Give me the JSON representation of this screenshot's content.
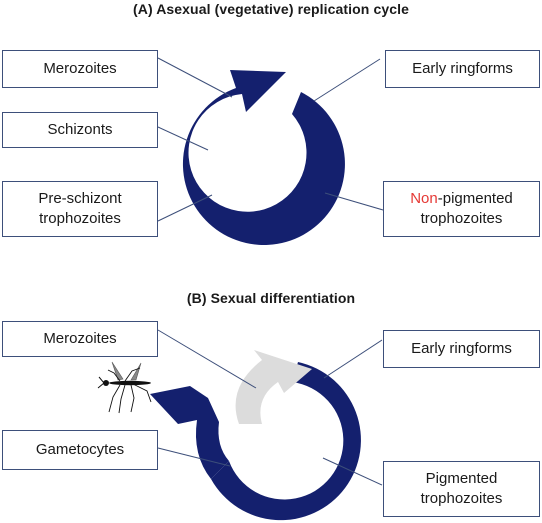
{
  "panel_a": {
    "title": "(A) Asexual (vegetative) replication cycle",
    "labels": {
      "merozoites": "Merozoites",
      "schizonts": "Schizonts",
      "pre_schizont_line1": "Pre-schizont",
      "pre_schizont_line2": "trophozoites",
      "early_ringforms": "Early ringforms",
      "non_pigmented_prefix": "Non",
      "non_pigmented_rest": "-pigmented",
      "non_pigmented_line2": "trophozoites"
    }
  },
  "panel_b": {
    "title": "(B) Sexual differentiation",
    "labels": {
      "merozoites": "Merozoites",
      "early_ringforms": "Early ringforms",
      "gametocytes": "Gametocytes",
      "pigmented_line1": "Pigmented",
      "pigmented_line2": "trophozoites"
    }
  },
  "colors": {
    "cycle_arrow": "#14206e",
    "merozoite_arrow": "#dcdcdc",
    "box_border": "#3d4f7a",
    "highlight_red": "#e53935"
  },
  "icons": {
    "vector": "mosquito-icon"
  }
}
